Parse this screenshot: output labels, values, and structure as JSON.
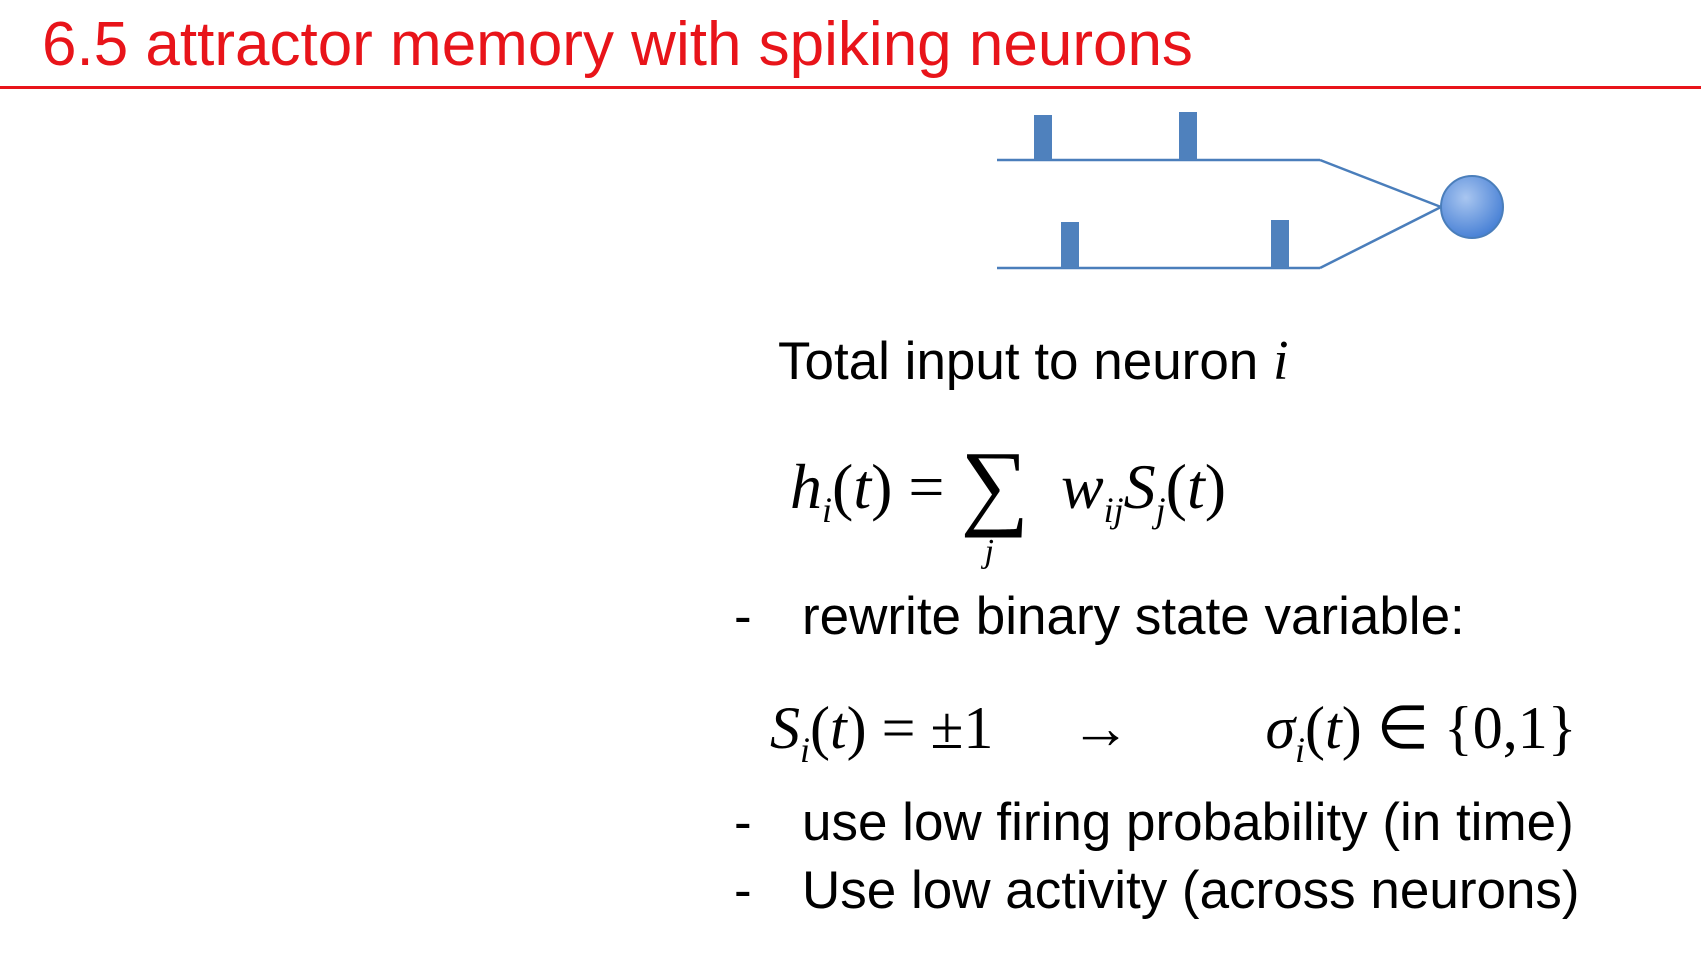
{
  "slide": {
    "title": "6.5 attractor memory with spiking neurons",
    "total_input_label": "Total input to neuron",
    "neuron_index_symbol": "i",
    "bullet_marker": "-",
    "bullets": [
      "rewrite binary state variable:",
      "use low firing probability (in time)",
      "Use low activity (across neurons)"
    ]
  },
  "equations": {
    "input_sum": {
      "h": "h",
      "h_sub": "i",
      "open_t": "(",
      "t": "t",
      "close_t": ")",
      "equals": "=",
      "sigma": "∑",
      "sigma_sub": "j",
      "w": "w",
      "w_sub": "ij",
      "S": "S",
      "S_sub": "j",
      "open_t2": "(",
      "t2": "t",
      "close_t2": ")"
    },
    "state_rewrite": {
      "S": "S",
      "S_sub": "i",
      "open_t": "(",
      "t": "t",
      "close_t": ")",
      "equals_pm": "= ±1",
      "arrow": "→",
      "sigma": "σ",
      "sigma_sub": "i",
      "open_t2": "(",
      "t2": "t",
      "close_t2": ")",
      "in_set": "∈ {0,1}"
    }
  },
  "diagram": {
    "line_color": "#4a7ebb",
    "spike_color": "#4f81bd",
    "neuron_fill": "#5b8fd8"
  }
}
